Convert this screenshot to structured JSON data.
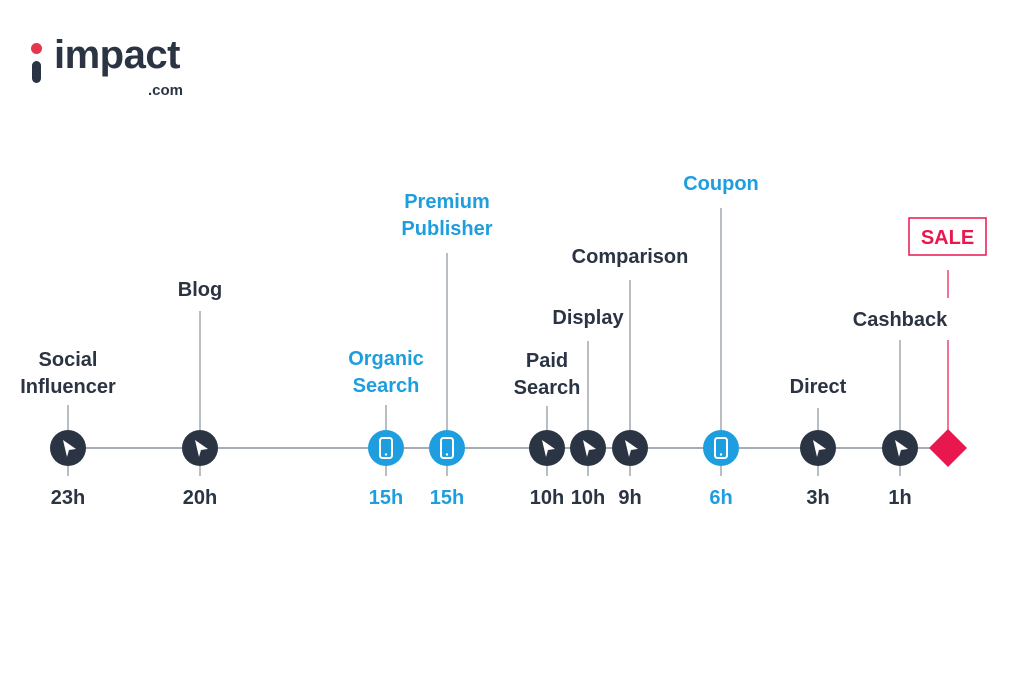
{
  "brand": {
    "name": "impact",
    "domain": ".com"
  },
  "colors": {
    "dark": "#2a3443",
    "blue": "#1e9ede",
    "sale": "#e8174d",
    "line": "#8a929b"
  },
  "touchpoints": [
    {
      "label": [
        "Social",
        "Influencer"
      ],
      "time": "23h",
      "icon": "cursor-icon",
      "color": "dark"
    },
    {
      "label": [
        "Blog"
      ],
      "time": "20h",
      "icon": "cursor-icon",
      "color": "dark"
    },
    {
      "label": [
        "Organic",
        "Search"
      ],
      "time": "15h",
      "icon": "mobile-icon",
      "color": "blue"
    },
    {
      "label": [
        "Premium",
        "Publisher"
      ],
      "time": "15h",
      "icon": "mobile-icon",
      "color": "blue"
    },
    {
      "label": [
        "Paid",
        "Search"
      ],
      "time": "10h",
      "icon": "cursor-icon",
      "color": "dark"
    },
    {
      "label": [
        "Display"
      ],
      "time": "10h",
      "icon": "cursor-icon",
      "color": "dark"
    },
    {
      "label": [
        "Comparison"
      ],
      "time": "9h",
      "icon": "cursor-icon",
      "color": "dark"
    },
    {
      "label": [
        "Coupon"
      ],
      "time": "6h",
      "icon": "mobile-icon",
      "color": "blue"
    },
    {
      "label": [
        "Direct"
      ],
      "time": "3h",
      "icon": "cursor-icon",
      "color": "dark"
    },
    {
      "label": [
        "Cashback"
      ],
      "time": "1h",
      "icon": "cursor-icon",
      "color": "dark"
    }
  ],
  "sale": {
    "label": "SALE",
    "icon": "diamond-icon"
  }
}
